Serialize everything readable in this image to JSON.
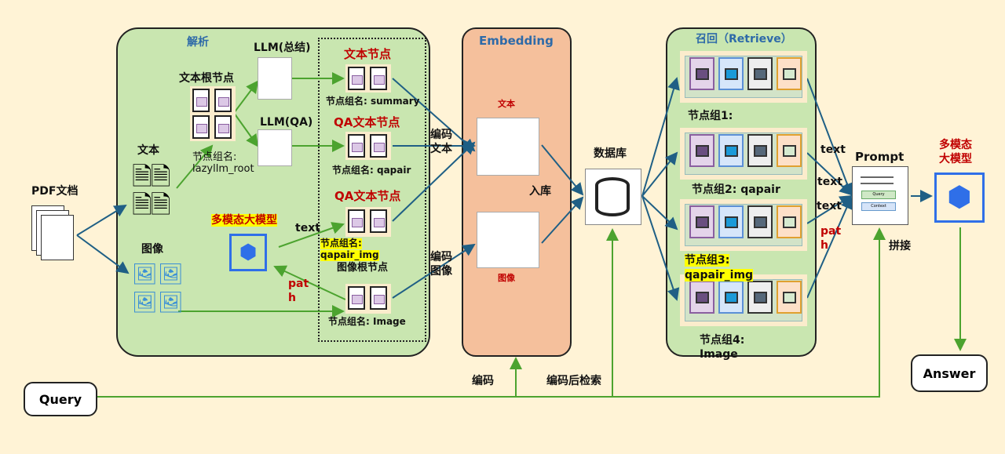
{
  "pdf": "PDF文档",
  "parse": {
    "title": "解析",
    "text": "文本",
    "image": "图像",
    "text_root": "文本根节点",
    "root_group": "节点组名:\nlazyllm_root",
    "llm_sum": "LLM(总结)",
    "llm_qa": "LLM(QA)",
    "text_node": "文本节点",
    "group_summary": "节点组名: summary",
    "qa_node1": "QA文本节点",
    "group_qapair": "节点组名: qapair",
    "qa_node2": "QA文本节点",
    "group_qapair_img_1": "节点组名:",
    "group_qapair_img_2": "qapair_img",
    "image_root": "图像根节点",
    "group_image": "节点组名: Image",
    "mm_model": "多模态大模型",
    "edge_text": "text",
    "edge_path_1": "pat",
    "edge_path_2": "h"
  },
  "embedding": {
    "title": "Embedding",
    "text_label": "文本",
    "image_label": "图像",
    "encode_text_1": "编码",
    "encode_text_2": "文本",
    "encode_image_1": "编码",
    "encode_image_2": "图像",
    "store": "入库"
  },
  "database": "数据库",
  "retrieve": {
    "title": "召回（Retrieve）",
    "group1": "节点组1:",
    "group2": "节点组2: qapair",
    "group3_1": "节点组3:",
    "group3_2": "qapair_img",
    "group4_1": "节点组4:",
    "group4_2": "Image",
    "edge_text": "text",
    "edge_path_1": "pat",
    "edge_path_2": "h"
  },
  "prompt": {
    "title": "Prompt",
    "query": "Query",
    "context": "Context",
    "concat": "拼接"
  },
  "mm_model_right_1": "多模态",
  "mm_model_right_2": "大模型",
  "query": "Query",
  "answer": "Answer",
  "encode": "编码",
  "encode_search": "编码后检索"
}
